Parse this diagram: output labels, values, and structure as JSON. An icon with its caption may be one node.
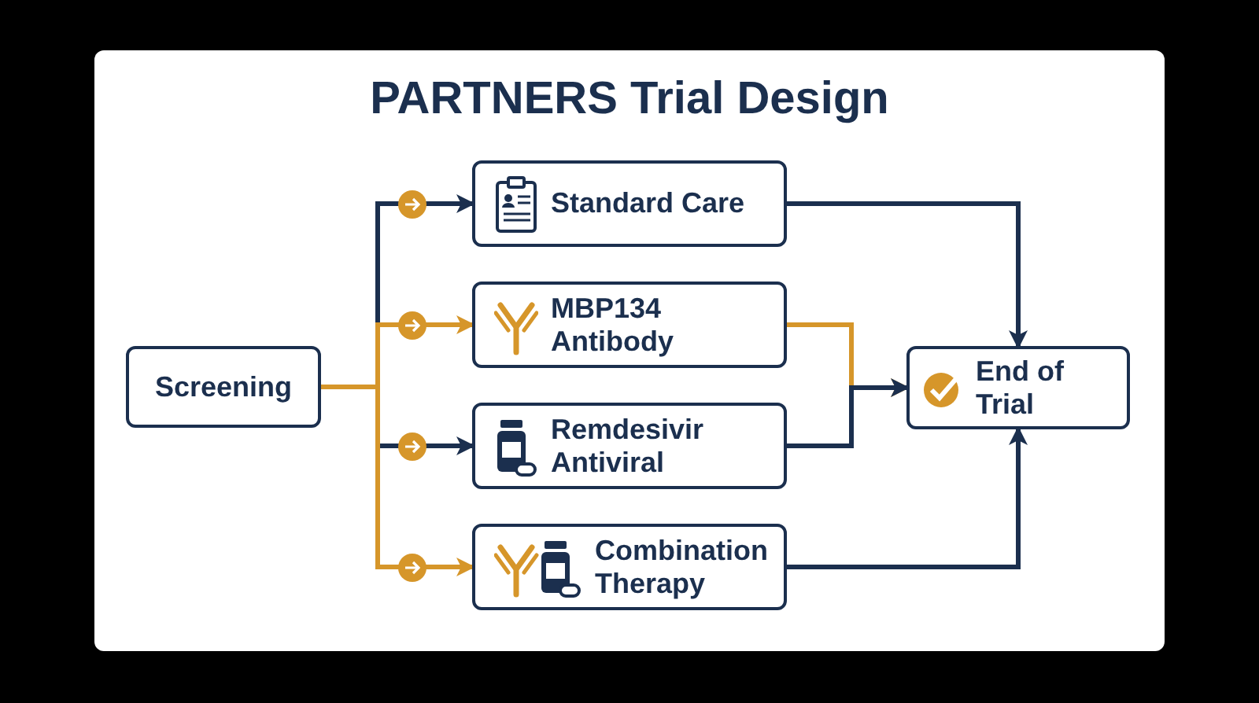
{
  "diagram": {
    "title": "PARTNERS Trial Design",
    "nodes": [
      {
        "text": [
          "Screening"
        ]
      },
      {
        "text": [
          "Standard Care"
        ]
      },
      {
        "text": [
          "MBP134 Antibody"
        ]
      },
      {
        "text": [
          "Remdesivir Antiviral"
        ]
      },
      {
        "text": [
          "Combination Therapy"
        ]
      },
      {
        "text": [
          "End of Trial"
        ]
      }
    ],
    "edges": [
      {
        "from": 0,
        "to": 1,
        "arrow": "to"
      },
      {
        "from": 0,
        "to": 2,
        "arrow": "to",
        "color": "#d6962a"
      },
      {
        "from": 0,
        "to": 3,
        "arrow": "to"
      },
      {
        "from": 0,
        "to": 4,
        "arrow": "to",
        "color": "#d6962a"
      },
      {
        "from": 1,
        "to": 5,
        "arrow": "to"
      },
      {
        "from": 2,
        "to": 5,
        "arrow": "to",
        "color": "#d6962a"
      },
      {
        "from": 3,
        "to": 5,
        "arrow": "to"
      },
      {
        "from": 4,
        "to": 5,
        "arrow": "to"
      }
    ]
  }
}
